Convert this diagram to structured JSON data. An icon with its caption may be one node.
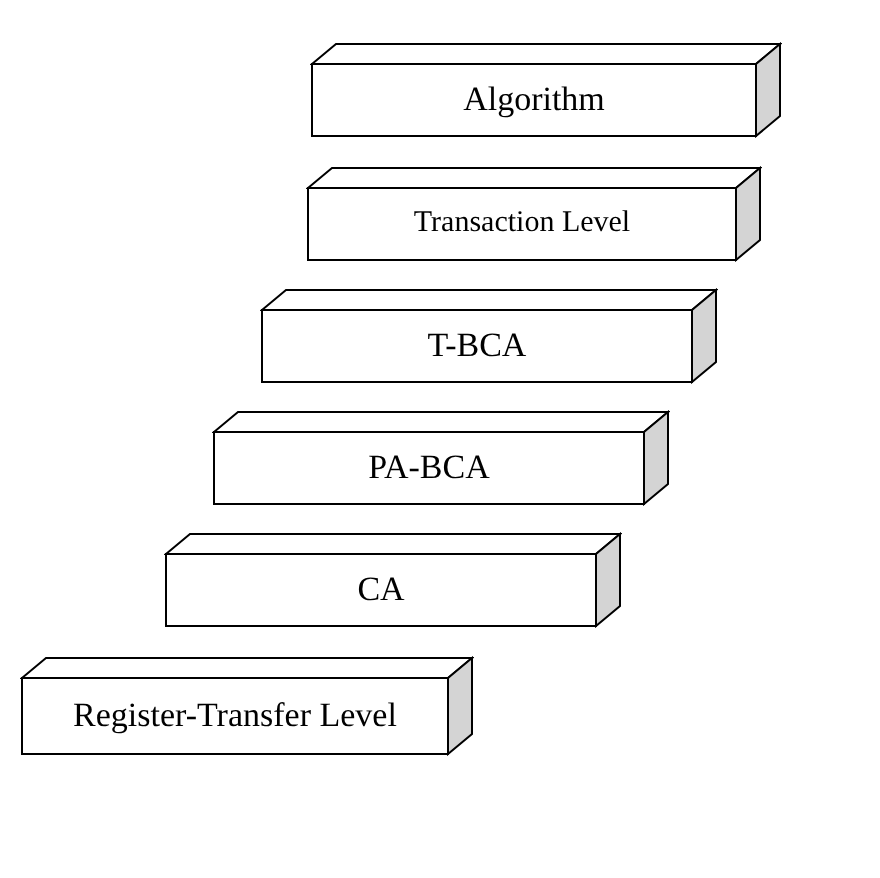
{
  "diagram": {
    "nodes": [
      {
        "text": [
          "Algorithm"
        ]
      },
      {
        "text": [
          "Transaction Level"
        ]
      },
      {
        "text": [
          "T-BCA"
        ]
      },
      {
        "text": [
          "PA-BCA"
        ]
      },
      {
        "text": [
          "CA"
        ]
      },
      {
        "text": [
          "Register-Transfer Level"
        ]
      }
    ]
  }
}
